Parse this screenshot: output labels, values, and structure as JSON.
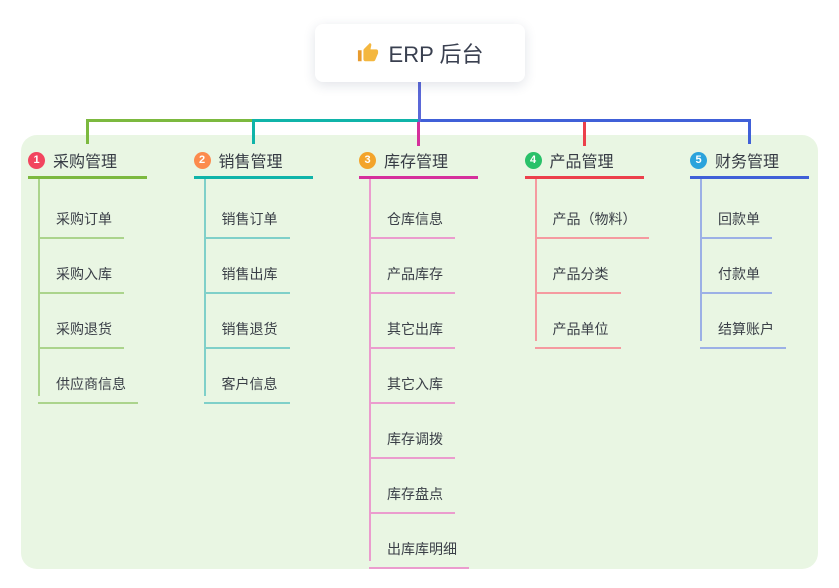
{
  "root": {
    "label": "ERP 后台",
    "icon": "thumbs-up-icon",
    "icon_color": "#f4b73f"
  },
  "colors": {
    "page_background": "#ffffff",
    "panel_background": "#e9f6e3",
    "root_connector": "#5b68d8",
    "text_dark": "#3a4050"
  },
  "branches": [
    {
      "number": "1",
      "label": "采购管理",
      "badge_color": "#f2455f",
      "line_color": "#7cb93f",
      "child_line_color": "#abd48c",
      "children": [
        "采购订单",
        "采购入库",
        "采购退货",
        "供应商信息"
      ]
    },
    {
      "number": "2",
      "label": "销售管理",
      "badge_color": "#fc8b4d",
      "line_color": "#10b4a9",
      "child_line_color": "#7fd0c9",
      "children": [
        "销售订单",
        "销售出库",
        "销售退货",
        "客户信息"
      ]
    },
    {
      "number": "3",
      "label": "库存管理",
      "badge_color": "#f3a42b",
      "line_color": "#d5309c",
      "child_line_color": "#eb9cce",
      "children": [
        "仓库信息",
        "产品库存",
        "其它出库",
        "其它入库",
        "库存调拨",
        "库存盘点",
        "出库库明细"
      ]
    },
    {
      "number": "4",
      "label": "产品管理",
      "badge_color": "#29c169",
      "line_color": "#ec404b",
      "child_line_color": "#f59aa0",
      "children": [
        "产品（物料）",
        "产品分类",
        "产品单位"
      ]
    },
    {
      "number": "5",
      "label": "财务管理",
      "badge_color": "#2ba3dc",
      "line_color": "#4060d8",
      "child_line_color": "#9cb0e6",
      "children": [
        "回款单",
        "付款单",
        "结算账户"
      ]
    }
  ]
}
